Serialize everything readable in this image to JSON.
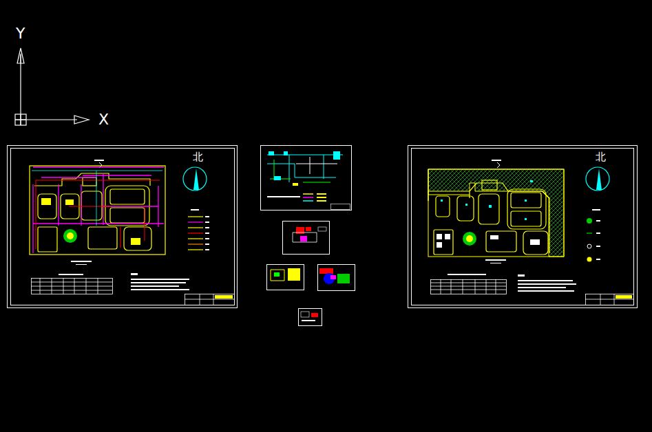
{
  "diagram": {
    "labels": [
      "Y",
      "X",
      "北",
      "北"
    ]
  }
}
